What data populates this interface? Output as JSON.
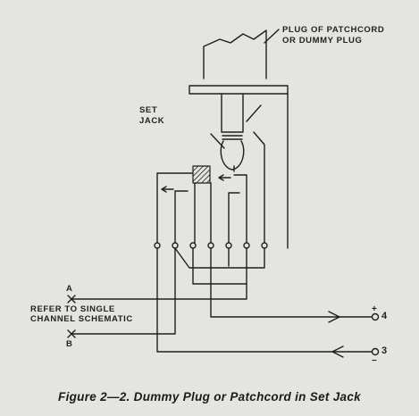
{
  "labels": {
    "plug_line1": "PLUG OF PATCHCORD",
    "plug_line2": "OR DUMMY PLUG",
    "set_line1": "SET",
    "set_line2": "JACK",
    "ref_line1": "REFER TO SINGLE",
    "ref_line2": "CHANNEL SCHEMATIC",
    "point_a": "A",
    "point_b": "B",
    "terminal_4": "4",
    "terminal_3": "3",
    "terminal_4_sign": "+",
    "terminal_3_sign": "−"
  },
  "caption": "Figure 2—2. Dummy Plug or Patchcord in Set Jack",
  "colors": {
    "ink": "#1e1e1e",
    "paper": "#e4e4e0"
  }
}
